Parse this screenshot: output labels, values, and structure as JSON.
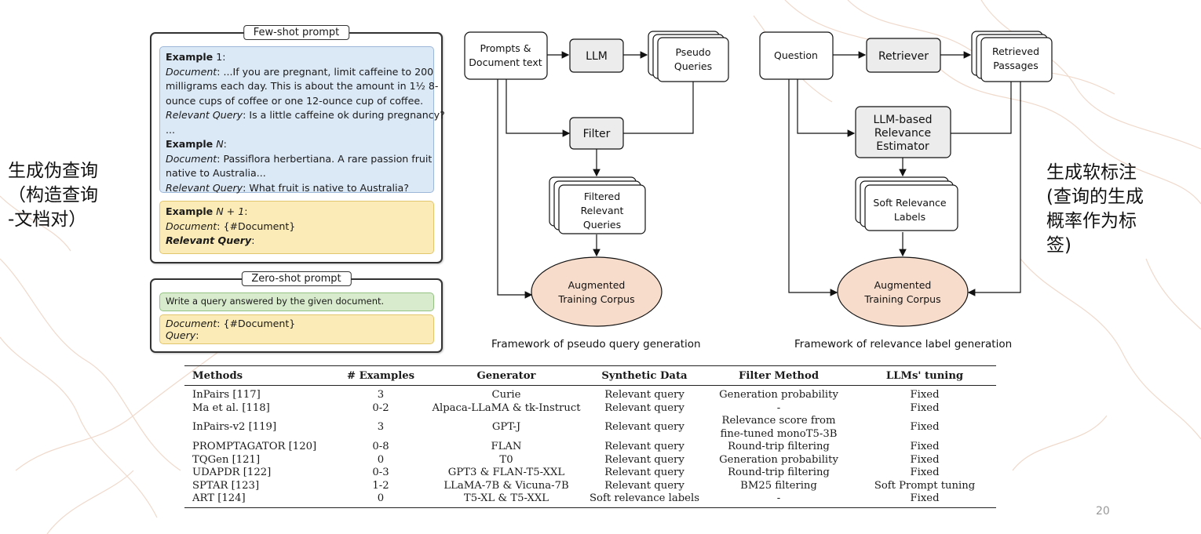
{
  "side_notes": {
    "left": "生成伪查询\n（构造查询\n-文档对）",
    "right": "生成软标注\n(查询的生成\n概率作为标\n签)"
  },
  "few_shot": {
    "title": "Few-shot prompt",
    "ex1_head": "Example",
    "ex1_num": " 1:",
    "doc_label": "Document",
    "ex1_doc_1": ": ...If you are pregnant, limit caffeine to 200",
    "ex1_doc_2": "milligrams each day. This is about the amount in 1½ 8-",
    "ex1_doc_3": "ounce cups of coffee or one 12-ounce cup of coffee.",
    "rq_label": "Relevant Query",
    "ex1_q": ": Is a little caffeine ok during pregnancy?",
    "ellipsis": "...",
    "exN_head": "Example",
    "exN_num": "N",
    "colon": ":",
    "exN_doc_1": ": Passiflora herbertiana. A rare passion fruit",
    "exN_doc_2": "native to Australia...",
    "exN_q": ": What fruit is native to Australia?",
    "exN1_head": "Example",
    "exN1_num": "N + 1",
    "doc_placeholder": ": {#Document}",
    "rq_tail": ":"
  },
  "zero_shot": {
    "title": "Zero-shot prompt",
    "instruction": "Write a query answered by the given document.",
    "doc_label": "Document",
    "doc_placeholder": ": {#Document}",
    "q_label": "Query",
    "q_tail": ":"
  },
  "pseudo_query_diagram": {
    "prompts_doc": [
      "Prompts &",
      "Document text"
    ],
    "llm": "LLM",
    "pseudo_queries": [
      "Pseudo",
      "Queries"
    ],
    "filter": "Filter",
    "filtered": [
      "Filtered",
      "Relevant",
      "Queries"
    ],
    "augmented": [
      "Augmented",
      "Training Corpus"
    ],
    "caption": "Framework of pseudo query generation"
  },
  "relevance_diagram": {
    "question": "Question",
    "retriever": "Retriever",
    "retrieved": [
      "Retrieved",
      "Passages"
    ],
    "estimator": [
      "LLM-based",
      "Relevance",
      "Estimator"
    ],
    "soft_labels": [
      "Soft Relevance",
      "Labels"
    ],
    "augmented": [
      "Augmented",
      "Training Corpus"
    ],
    "caption": "Framework of relevance label generation"
  },
  "table": {
    "headers": [
      "Methods",
      "# Examples",
      "Generator",
      "Synthetic Data",
      "Filter Method",
      "LLMs' tuning"
    ],
    "rows": [
      [
        "InPairs [117]",
        "3",
        "Curie",
        "Relevant query",
        "Generation probability",
        "Fixed"
      ],
      [
        "Ma et al. [118]",
        "0-2",
        "Alpaca-LLaMA & tk-Instruct",
        "Relevant query",
        "-",
        "Fixed"
      ],
      [
        "InPairs-v2 [119]",
        "3",
        "GPT-J",
        "Relevant query",
        "Relevance score from\nfine-tuned monoT5-3B",
        "Fixed"
      ],
      [
        "PROMPTAGATOR [120]",
        "0-8",
        "FLAN",
        "Relevant query",
        "Round-trip filtering",
        "Fixed"
      ],
      [
        "TQGen [121]",
        "0",
        "T0",
        "Relevant query",
        "Generation probability",
        "Fixed"
      ],
      [
        "UDAPDR [122]",
        "0-3",
        "GPT3 & FLAN-T5-XXL",
        "Relevant query",
        "Round-trip filtering",
        "Fixed"
      ],
      [
        "SPTAR [123]",
        "1-2",
        "LLaMA-7B & Vicuna-7B",
        "Relevant query",
        "BM25 filtering",
        "Soft Prompt tuning"
      ],
      [
        "ART [124]",
        "0",
        "T5-XL & T5-XXL",
        "Soft relevance labels",
        "-",
        "Fixed"
      ]
    ]
  },
  "page_number": "20",
  "colors": {
    "ellipse_fill": "#f8dccb",
    "gray_node": "#ececec",
    "blue_box": "#dbe8f6",
    "yellow_box": "#fbebb6",
    "green_box": "#d8ebcd",
    "decor": "#e9c7b3"
  }
}
